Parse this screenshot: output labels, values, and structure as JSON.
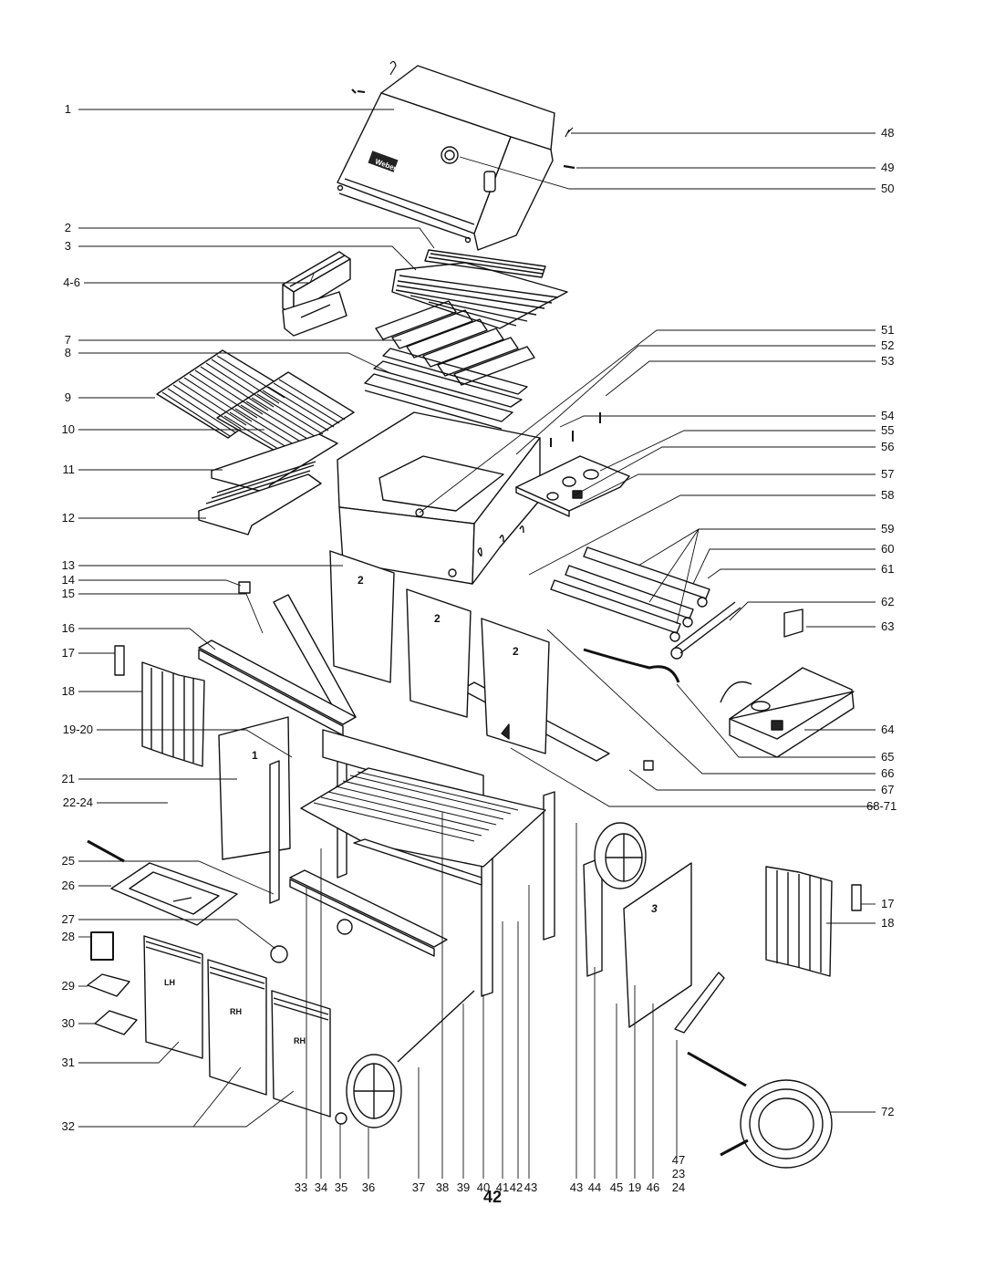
{
  "page_number": "42",
  "callouts_left": [
    "1",
    "2",
    "3",
    "4-6",
    "7",
    "8",
    "9",
    "10",
    "11",
    "12",
    "13",
    "14",
    "15",
    "16",
    "17",
    "18",
    "19-20",
    "21",
    "22-24",
    "25",
    "26",
    "27",
    "28",
    "29",
    "30",
    "31",
    "32"
  ],
  "callouts_right": [
    "48",
    "49",
    "50",
    "51",
    "52",
    "53",
    "54",
    "55",
    "56",
    "57",
    "58",
    "59",
    "60",
    "61",
    "62",
    "63",
    "64",
    "65",
    "66",
    "67",
    "68-71",
    "17",
    "18",
    "72"
  ],
  "callouts_bottom": [
    "33",
    "34",
    "35",
    "36",
    "37",
    "38",
    "39",
    "40",
    "41",
    "42",
    "43",
    "43",
    "44",
    "45",
    "19",
    "46",
    "47",
    "23",
    "24"
  ],
  "part_marks": [
    "2",
    "2",
    "2",
    "1",
    "3",
    "LH",
    "RH",
    "RH"
  ],
  "logo_text": "Weber"
}
